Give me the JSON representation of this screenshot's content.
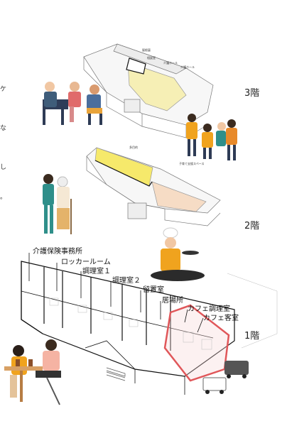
{
  "floors": {
    "third": {
      "label": "3階",
      "tiny_labels": [
        "屋根裏",
        "相談室",
        "介護ホール",
        "介護ホール"
      ]
    },
    "second": {
      "label": "2階",
      "tiny_labels": [
        "多目的",
        "子育て支援スペース"
      ]
    },
    "first": {
      "label": "1階"
    }
  },
  "rooms": [
    "介護保険事務所",
    "ロッカールーム",
    "調理室１",
    "調理室２",
    "留置室",
    "居場所",
    "カフェ調理室",
    "カフェ客室"
  ],
  "edge_text": [
    "ケ",
    "な",
    "し",
    "。"
  ],
  "colors": {
    "line": "#1a1a1a",
    "highlight_yellow": "#f6e96b",
    "highlight_red": "#e0575a",
    "orange": "#f0a31e",
    "teal": "#2f8f8a",
    "navy": "#2e3b55",
    "skin": "#f1c7a3"
  }
}
